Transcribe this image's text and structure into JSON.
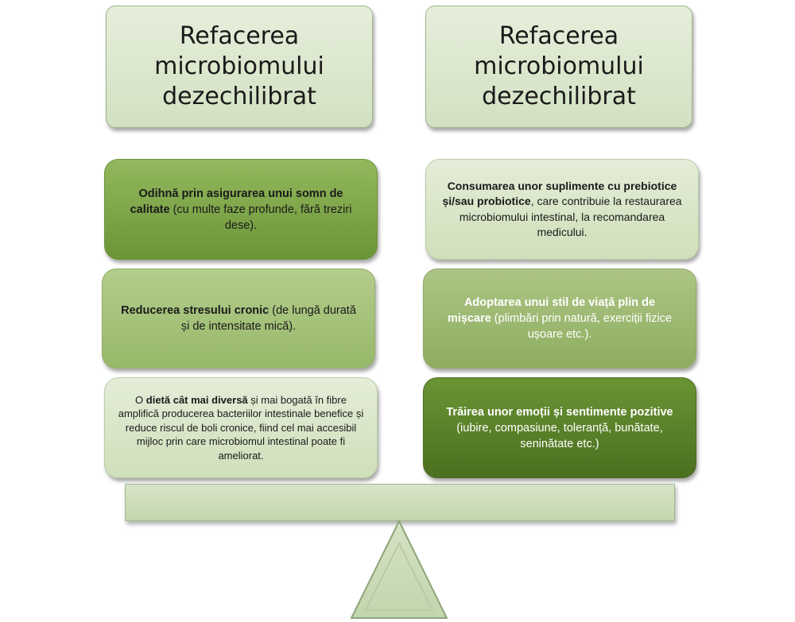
{
  "headers": {
    "left": "Refacerea microbiomului dezechilibrat",
    "right": "Refacerea microbiomului dezechilibrat"
  },
  "left_cards": [
    {
      "bold": "Odihnă prin asigurarea unui somn de calitate",
      "rest": " (cu multe faze profunde, fără treziri dese)."
    },
    {
      "bold": "Reducerea stresului cronic",
      "rest": " (de lungă durată și de intensitate mică)."
    },
    {
      "pre": "O ",
      "bold": "dietă cât mai diversă",
      "rest": " și mai bogată în fibre amplifică producerea bacteriilor intestinale benefice și reduce riscul de boli cronice, fiind cel mai accesibil mijloc prin care microbiomul intestinal poate fi ameliorat."
    }
  ],
  "right_cards": [
    {
      "bold": "Consumarea unor suplimente cu prebiotice și/sau probiotice",
      "rest": ", care contribuie la restaurarea microbiomului intestinal, la recomandarea medicului."
    },
    {
      "bold": "Adoptarea unui stil de viață plin de mișcare",
      "rest": " (plimbări prin natură, exerciții fizice ușoare etc.)."
    },
    {
      "bold": "Trăirea unor emoții și sentimente pozitive",
      "rest": " (iubire, compasiune, toleranță, bunătate, seninătate etc.)"
    }
  ],
  "colors": {
    "light_green": "#d2e1c2",
    "mid_green": "#97b86a",
    "dark_green": "#4a6f1f"
  }
}
